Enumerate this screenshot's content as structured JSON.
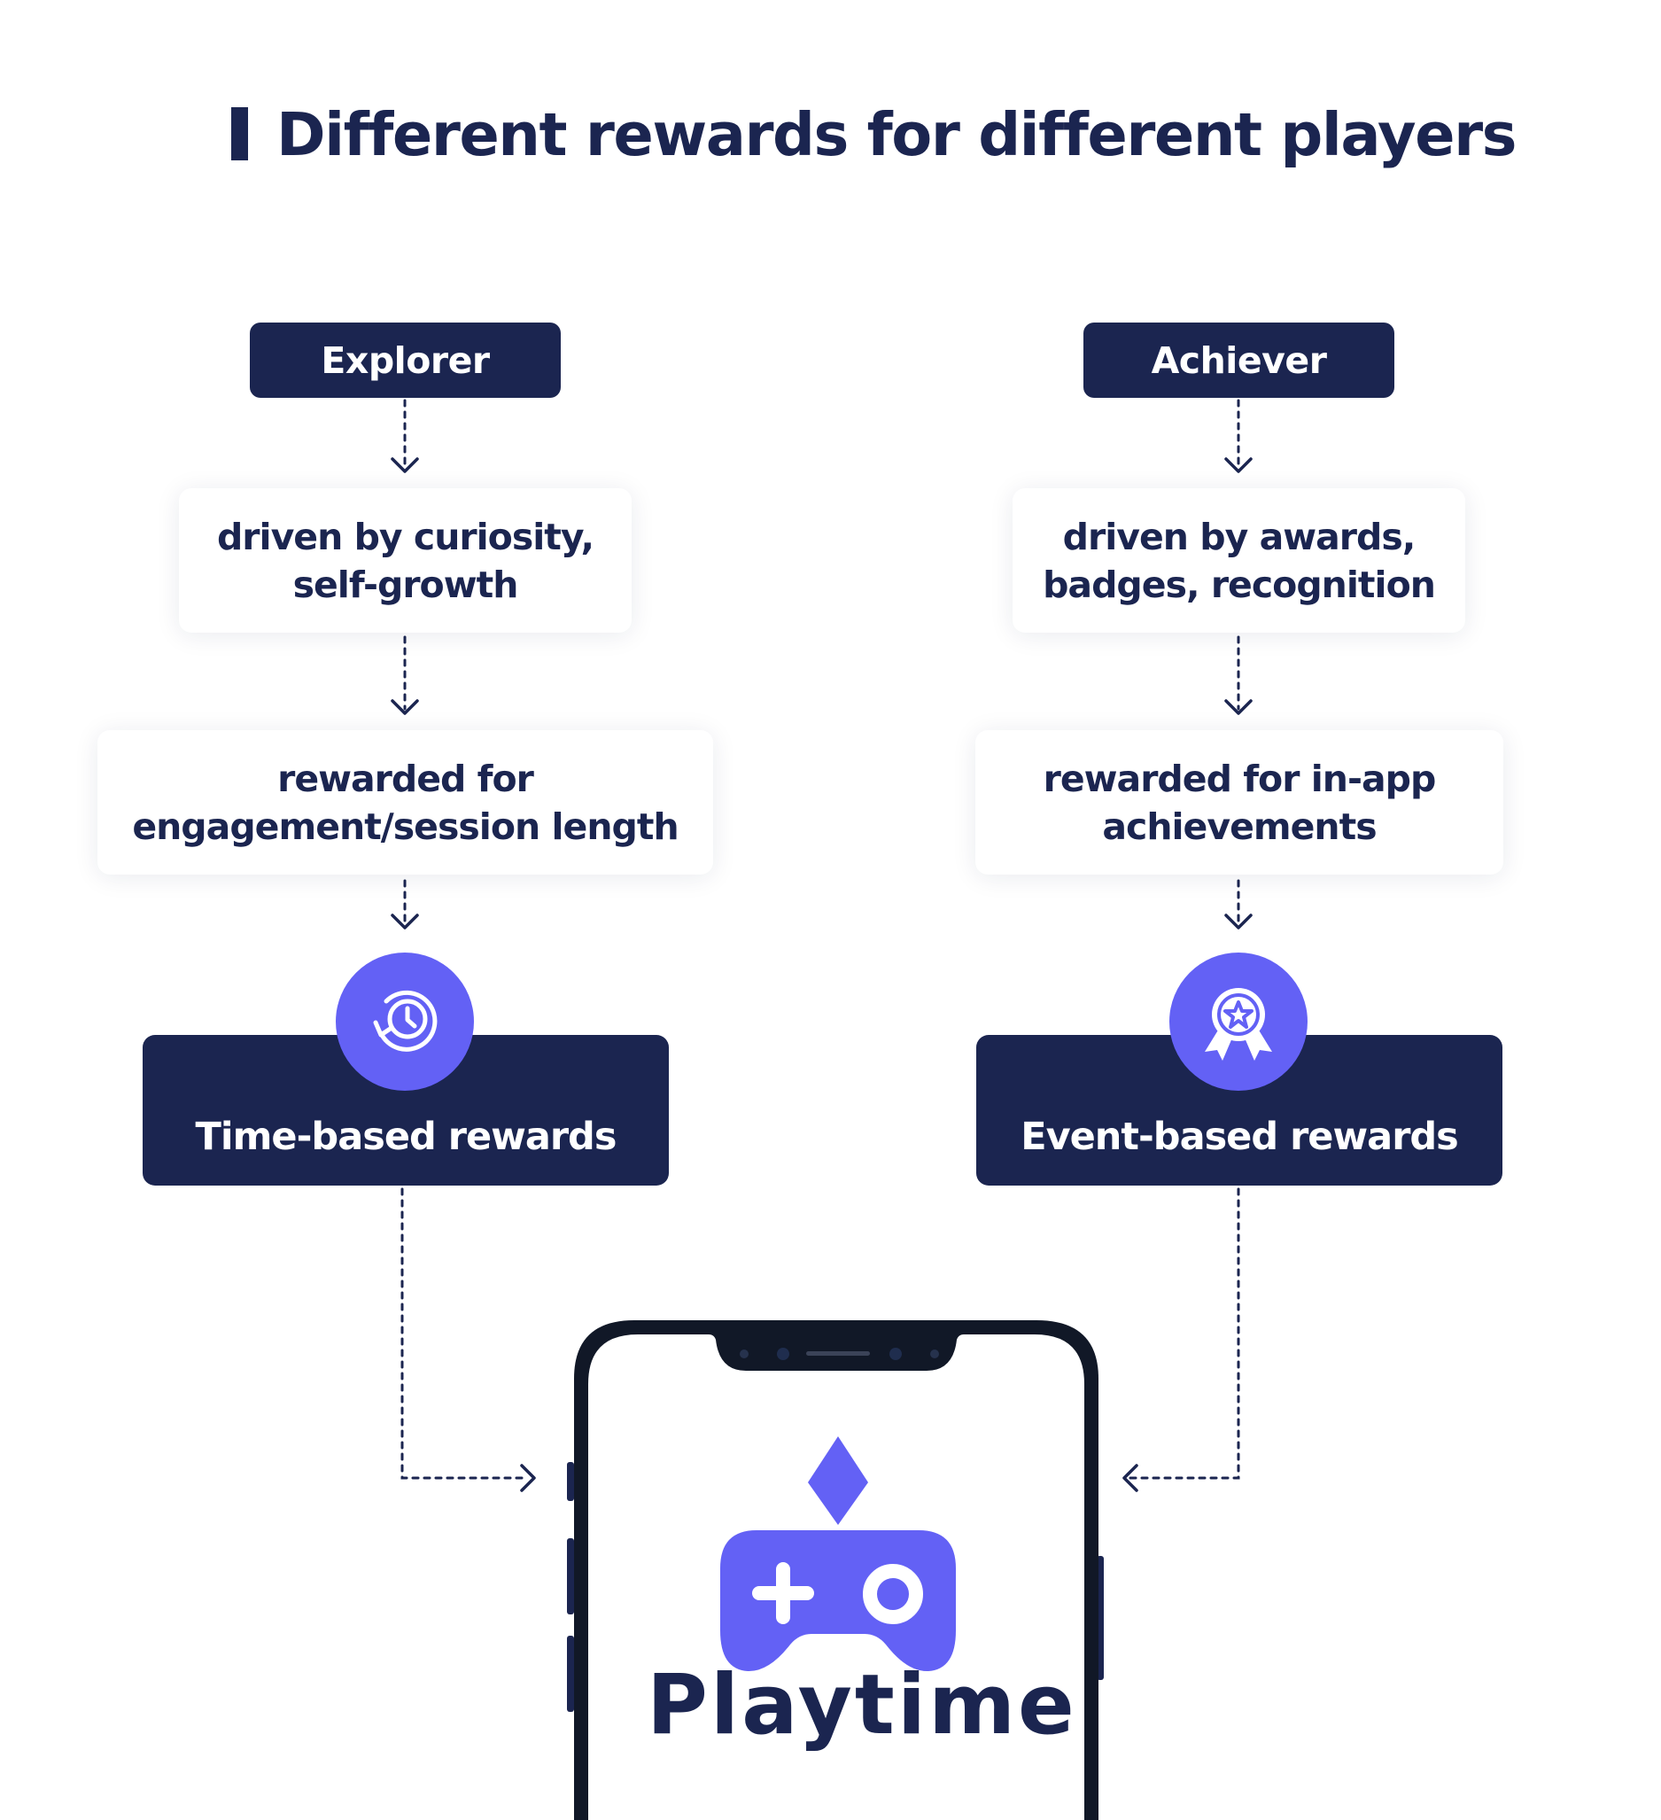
{
  "header": {
    "title": "Different rewards for different players"
  },
  "explorer": {
    "label": "Explorer",
    "motivation": "driven by curiosity,\nself-growth",
    "reward_criteria": "rewarded for\nengagement/session length",
    "reward_type": "Time-based rewards",
    "icon": "clock-refresh-icon"
  },
  "achiever": {
    "label": "Achiever",
    "motivation": "driven by awards,\nbadges, recognition",
    "reward_criteria": "rewarded for in-app\nachievements",
    "reward_type": "Event-based rewards",
    "icon": "award-ribbon-icon"
  },
  "phone": {
    "app_name": "Playtime",
    "logo_icon": "gamepad-diamond-icon"
  },
  "colors": {
    "navy": "#1b2550",
    "accent": "#6361f5",
    "background": "#ffffff"
  }
}
